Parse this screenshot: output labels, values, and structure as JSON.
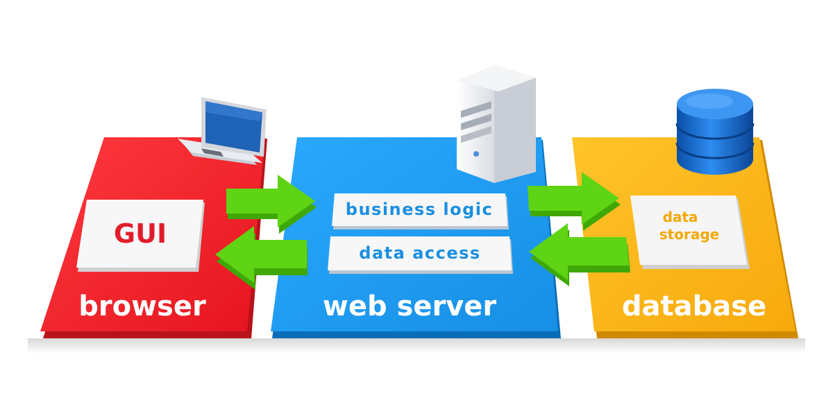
{
  "colors": {
    "browser": "#ee1f26",
    "web_server": "#1c9cf0",
    "database": "#fbb316",
    "arrow": "#5ed414",
    "card": "#f7f7f7"
  },
  "icons": {
    "browser": "laptop-icon",
    "web_server": "server-tower-icon",
    "database": "database-cylinder-icon"
  },
  "browser": {
    "title": "browser",
    "card_label": "GUI"
  },
  "web_server": {
    "title": "web server",
    "cards": [
      "business logic",
      "data access"
    ]
  },
  "database": {
    "title": "database",
    "card_line1": "data",
    "card_line2": "storage"
  }
}
